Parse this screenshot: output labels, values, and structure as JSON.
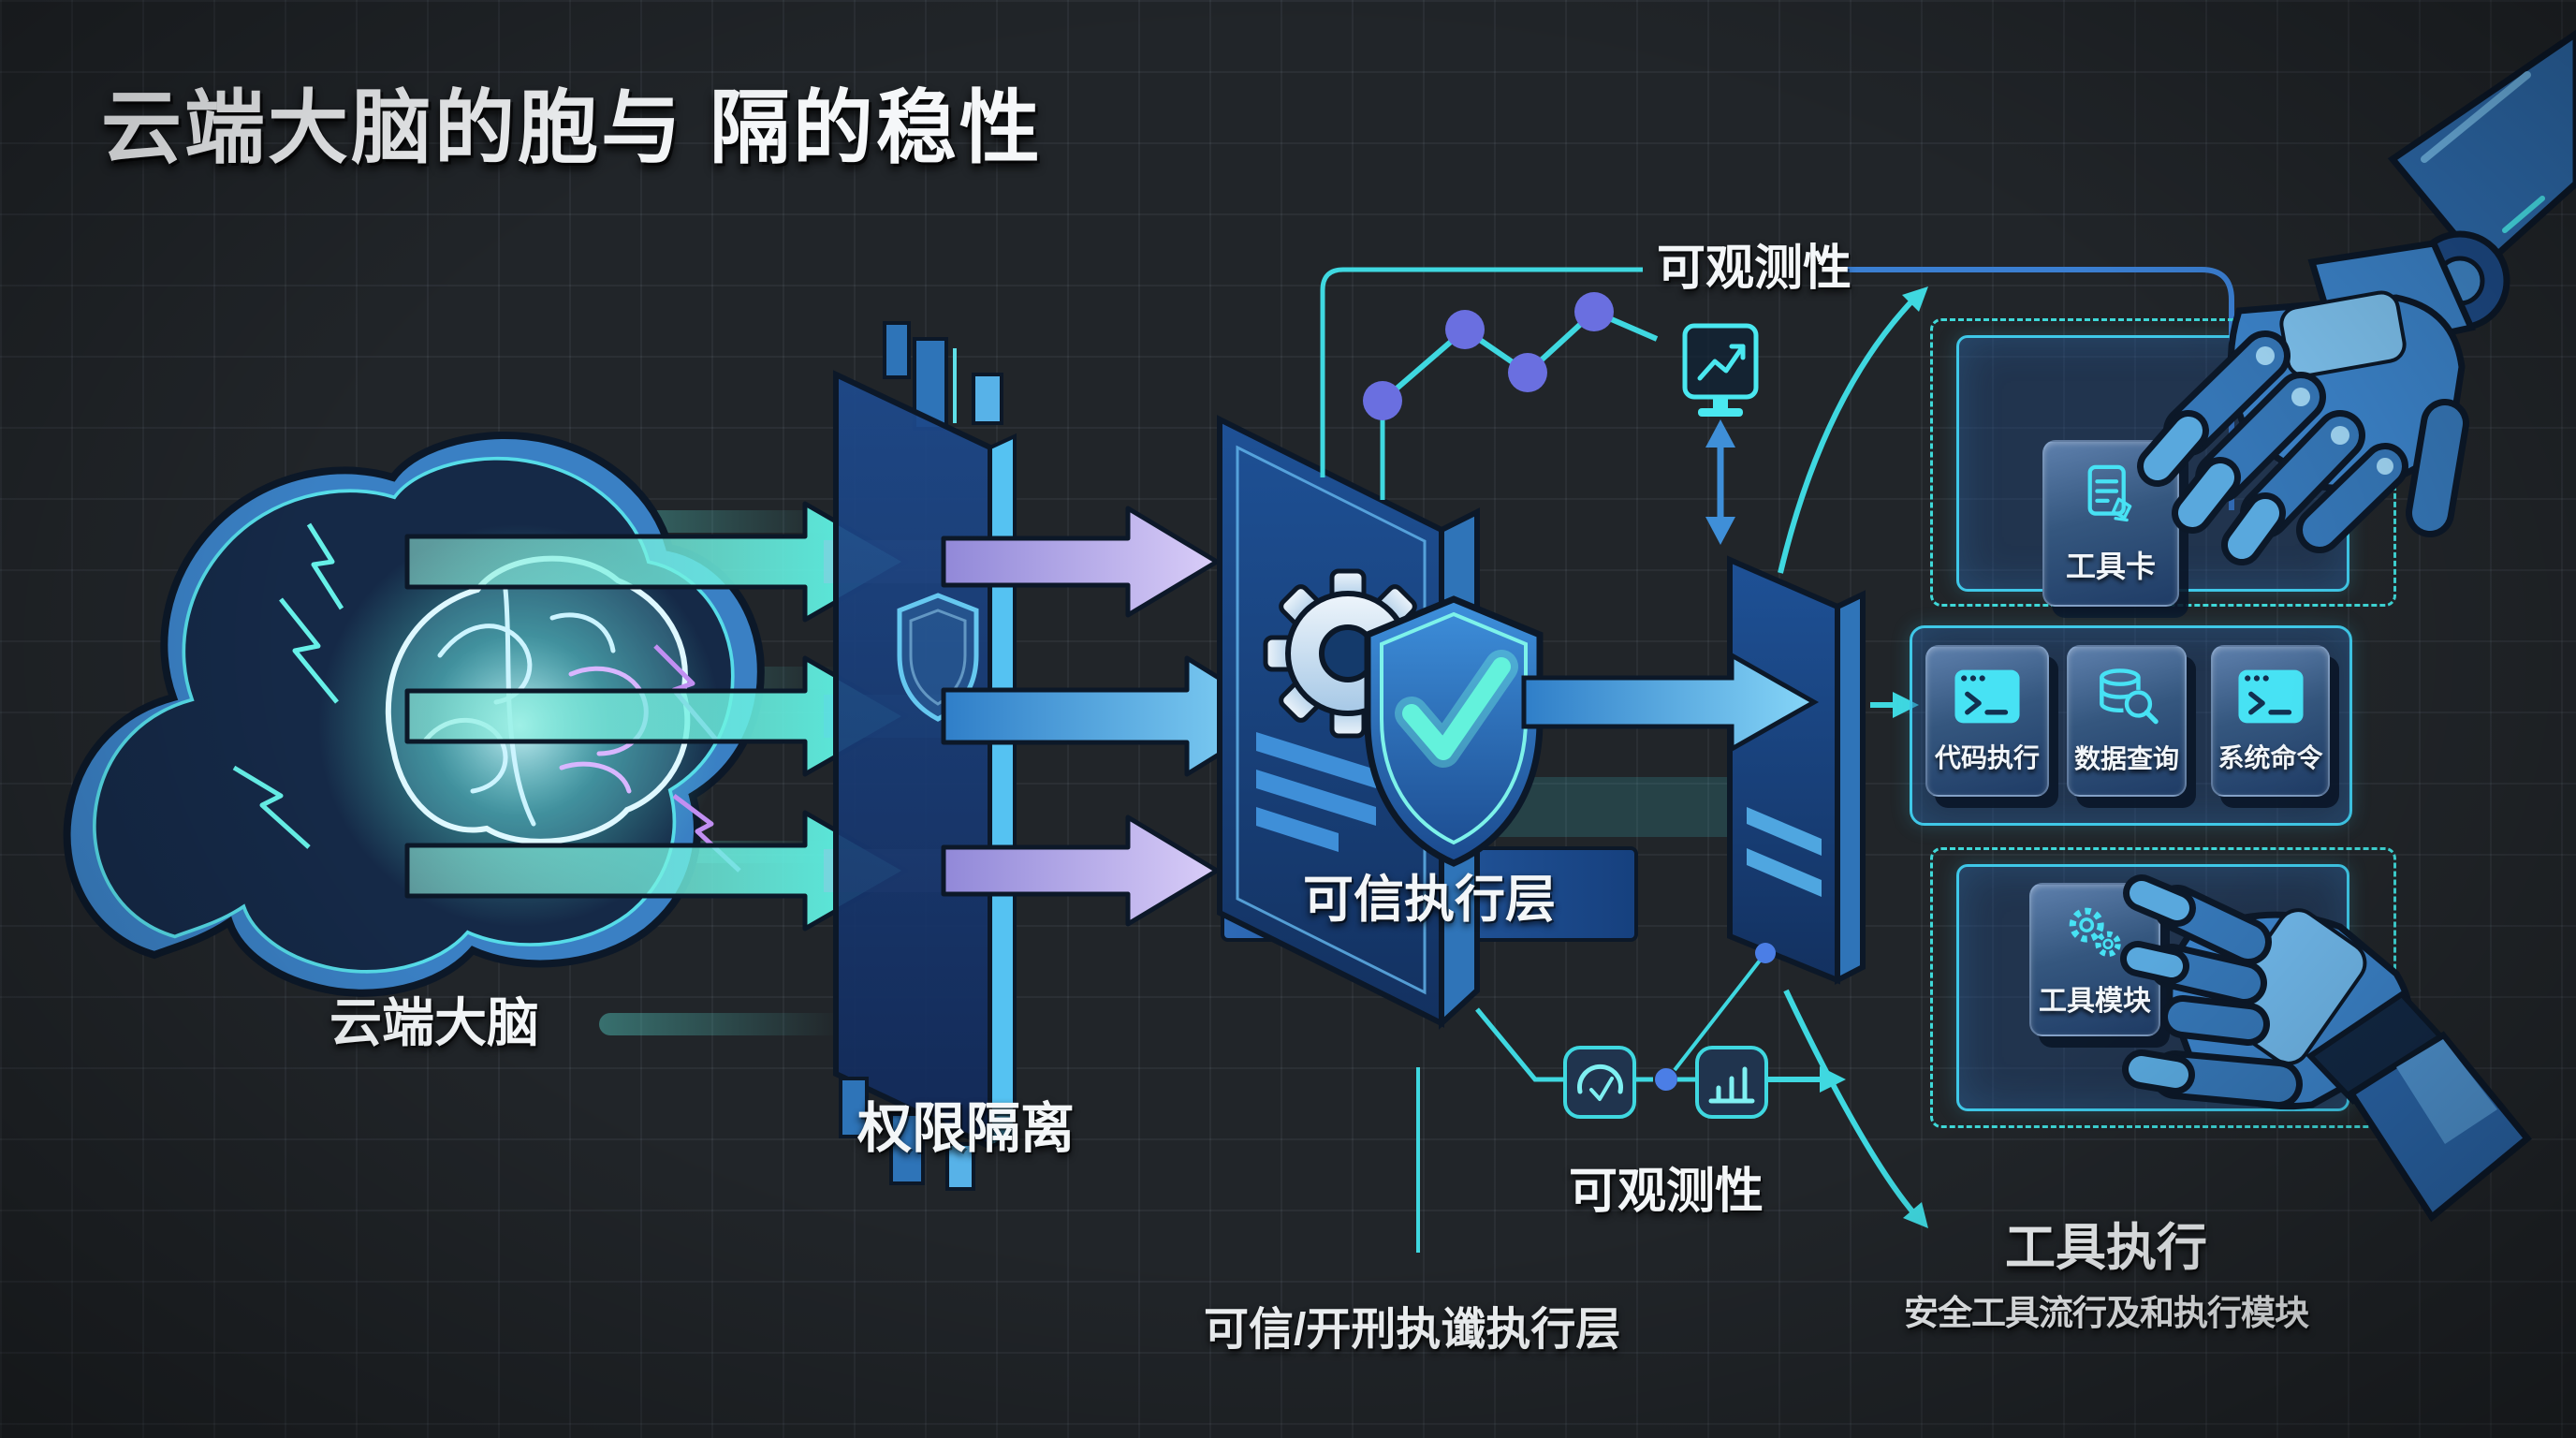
{
  "title": "云端大脑的胞与 隔的稳性",
  "cloud": {
    "label": "云端大脑"
  },
  "isolation": {
    "label": "权限隔离"
  },
  "trusted": {
    "banner": "可信执行层",
    "caption": "可信/开刑执谶执行层"
  },
  "observability": {
    "top_label": "可观测性",
    "bottom_label": "可观测性"
  },
  "tools": {
    "card_label": "工具卡",
    "row": [
      {
        "label": "代码执行",
        "icon": "terminal-icon"
      },
      {
        "label": "数据查询",
        "icon": "database-search-icon"
      },
      {
        "label": "系统命令",
        "icon": "terminal-icon"
      }
    ],
    "module_label": "工具模块",
    "section_title": "工具执行",
    "section_subtitle": "安全工具流行及和执行模块"
  },
  "colors": {
    "background": "#212529",
    "accent_cyan": "#3fd8e0",
    "accent_blue": "#3b7fd2",
    "accent_purple": "#b7a6ea",
    "panel_blue": "#1d4f96"
  }
}
